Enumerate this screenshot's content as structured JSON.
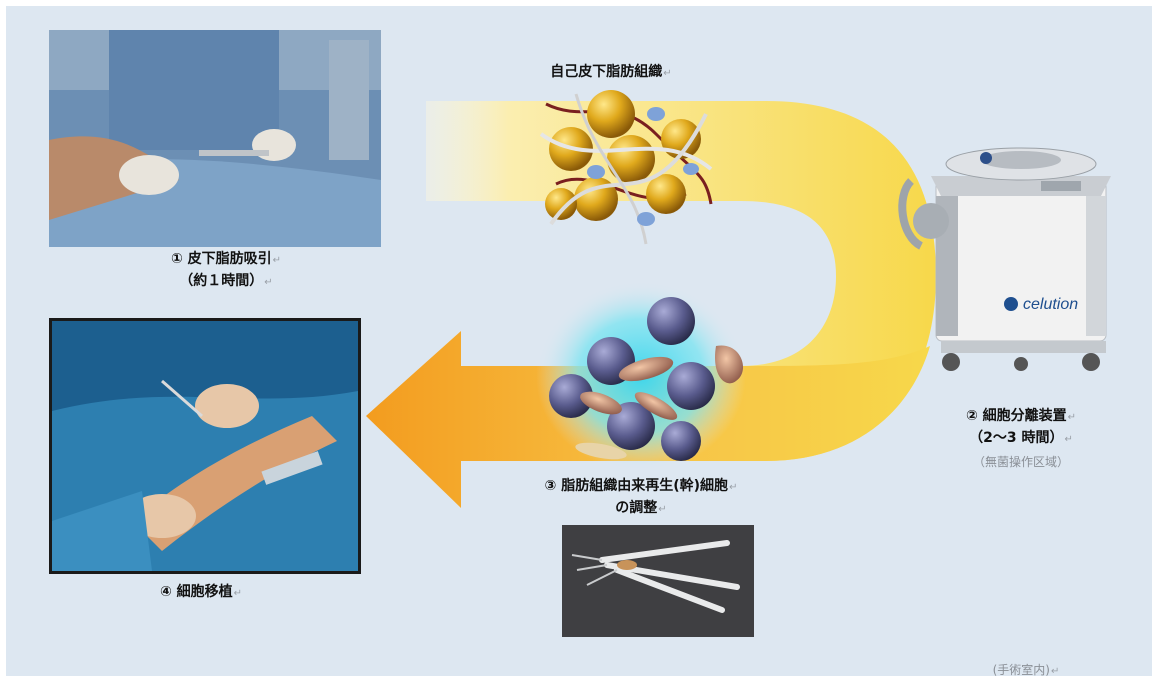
{
  "colors": {
    "background": "#dde7f1",
    "flow_arrow_yellow": "#f7d84a",
    "flow_arrow_orange": "#f5a623",
    "fat_globule": "#d9a21a",
    "stem_cell": "#5a5c8e",
    "device_body": "#f2f2f2",
    "device_logo": "#1f4f8f"
  },
  "steps": [
    {
      "id": "step1",
      "line1": "① 皮下脂肪吸引",
      "line2": "（約１時間）",
      "image": "liposuction-photo"
    },
    {
      "id": "step2",
      "line1": "② 細胞分離装置",
      "line2": "（2～3 時間）",
      "note": "（無菌操作区域）",
      "image": "cell-separation-device"
    },
    {
      "id": "step3",
      "line1": "③ 脂肪組織由来再生(幹)細胞",
      "line2": "の調整",
      "image": "syringes-photo"
    },
    {
      "id": "step4",
      "line1": "④ 細胞移植",
      "image": "transplant-photo"
    }
  ],
  "tissue_label": "自己皮下脂肪組織",
  "device_brand": "celution",
  "footer_note": "(手術室内)",
  "return_mark": "↵",
  "icons": {
    "fat_tissue": "adipose-tissue-illustration",
    "stem_cells": "stem-cell-cluster-illustration",
    "arrow": "process-flow-arrow"
  }
}
